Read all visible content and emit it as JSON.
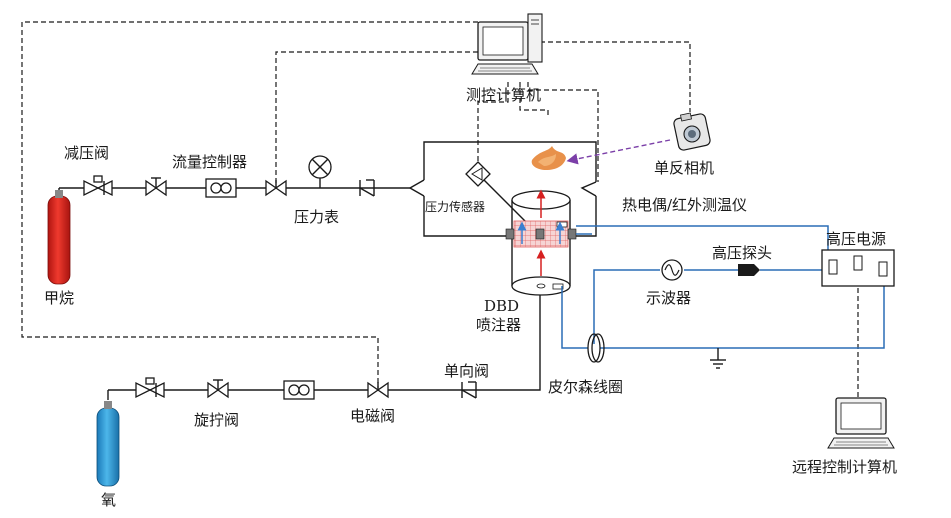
{
  "labels": {
    "pressure_reducer": "减压阀",
    "flow_controller": "流量控制器",
    "methane": "甲烷",
    "pressure_gauge": "压力表",
    "pressure_sensor": "压力传感器",
    "control_computer": "测控计算机",
    "slr_camera": "单反相机",
    "thermocouple": "热电偶/红外测温仪",
    "high_voltage_supply": "高压电源",
    "high_voltage_probe": "高压探头",
    "oscilloscope": "示波器",
    "dbd_line1": "DBD",
    "dbd_line2": "喷注器",
    "check_valve": "单向阀",
    "knob_valve": "旋拧阀",
    "solenoid_valve": "电磁阀",
    "pearson_coil": "皮尔森线圈",
    "oxygen": "氧",
    "remote_computer": "远程控制计算机"
  },
  "colors": {
    "methane_tank": "#e0231c",
    "oxygen_tank": "#2b9bd6",
    "wire": "#2a6db5",
    "camera_dash": "#7b3fa8",
    "plasma_grid": "#e06060",
    "flow_red": "#d62020",
    "flow_blue": "#3a7fd0",
    "flame": "#e8914a"
  },
  "icons": [
    "computer-icon",
    "camera-icon",
    "gauge-icon",
    "flame-icon",
    "oscilloscope-icon",
    "probe-icon",
    "ground-icon"
  ]
}
